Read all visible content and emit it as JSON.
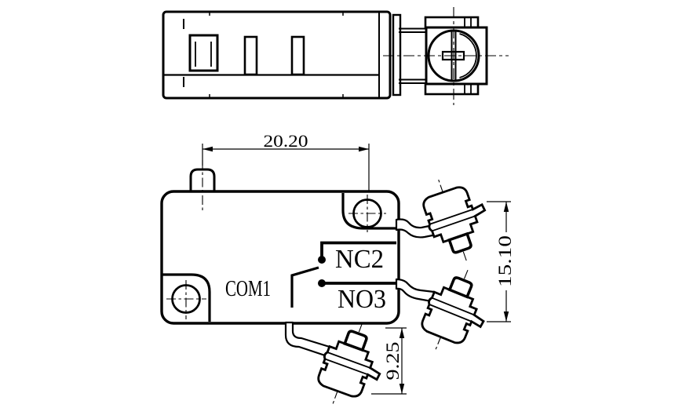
{
  "labels": {
    "com1": "COM1",
    "nc2": "NC2",
    "no3": "NO3"
  },
  "dimensions": {
    "horizontal_width": "20.20",
    "terminal_span": "15.10",
    "terminal_length": "9.25"
  },
  "colors": {
    "line": "#000000",
    "background": "#ffffff"
  }
}
